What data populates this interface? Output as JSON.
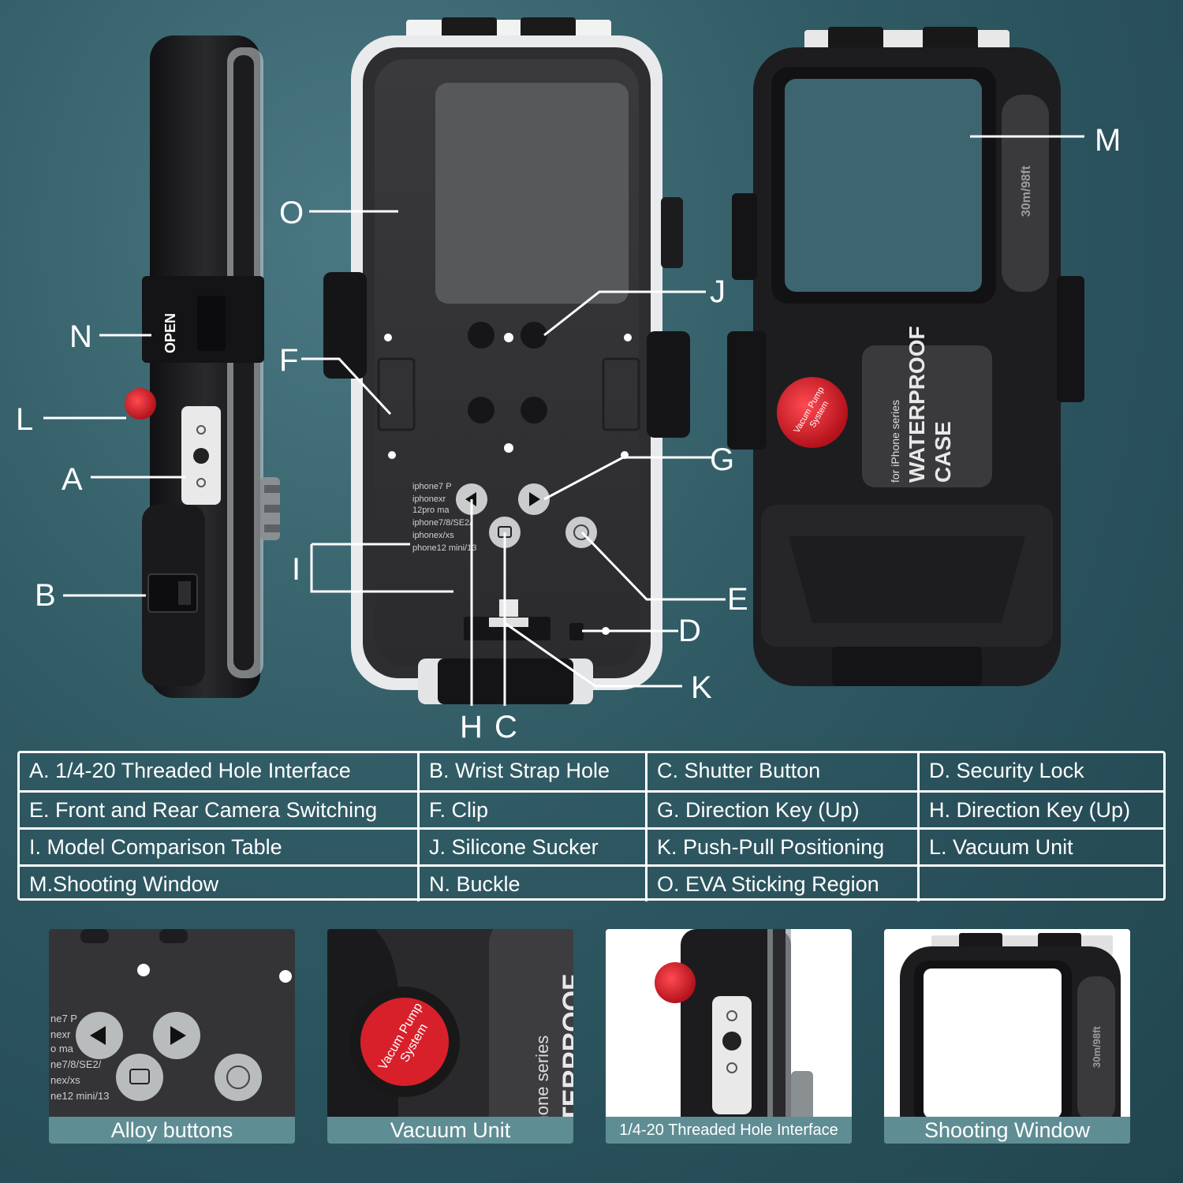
{
  "colors": {
    "background": "#2f5963",
    "case_black": "#1d1d1f",
    "accent_red": "#d8202b",
    "caption_bar": "#5f8d94",
    "text": "#ffffff"
  },
  "callouts": {
    "a": "A",
    "b": "B",
    "d": "D",
    "e": "E",
    "f": "F",
    "g": "G",
    "h": "H",
    "c": "C",
    "i": "I",
    "j": "J",
    "k": "K",
    "l": "L",
    "m": "M",
    "n": "N",
    "o": "O"
  },
  "case_printing": {
    "open": "OPEN",
    "depth": "30m/98ft",
    "pump_line1": "Vacum Pump",
    "pump_line2": "System",
    "series": "for iPhone series",
    "title_line1": "WATERPROOF",
    "title_line2": "CASE",
    "models": [
      "iphone7 P",
      "iphonexr",
      "12pro ma",
      "iphone7/8/SE2/",
      "iphonex/xs",
      "phone12 mini/13"
    ]
  },
  "legend": {
    "rows": [
      [
        "A. 1/4-20 Threaded Hole Interface",
        "B. Wrist Strap Hole",
        "C. Shutter Button",
        "D. Security Lock"
      ],
      [
        "E. Front and Rear Camera Switching",
        "F. Clip",
        "G. Direction Key (Up)",
        "H. Direction Key (Up)"
      ],
      [
        "I. Model Comparison Table",
        "J. Silicone Sucker",
        "K. Push-Pull Positioning",
        "L. Vacuum Unit"
      ],
      [
        "M.Shooting Window",
        "N. Buckle",
        "O. EVA Sticking Region",
        ""
      ]
    ]
  },
  "thumbnails": {
    "alloy": "Alloy buttons",
    "vacuum": "Vacuum Unit",
    "threaded": "1/4-20 Threaded Hole Interface",
    "window": "Shooting Window"
  },
  "thumb_printing": {
    "models": [
      "ne7 P",
      "nexr",
      "o ma",
      "ne7/8/SE2/",
      "nex/xs",
      "ne12 mini/13"
    ],
    "pump_line1": "Vacum Pump",
    "pump_line2": "System",
    "series": "iPhone series",
    "title_partial": "ATERPROOF",
    "depth": "30m/98ft"
  }
}
